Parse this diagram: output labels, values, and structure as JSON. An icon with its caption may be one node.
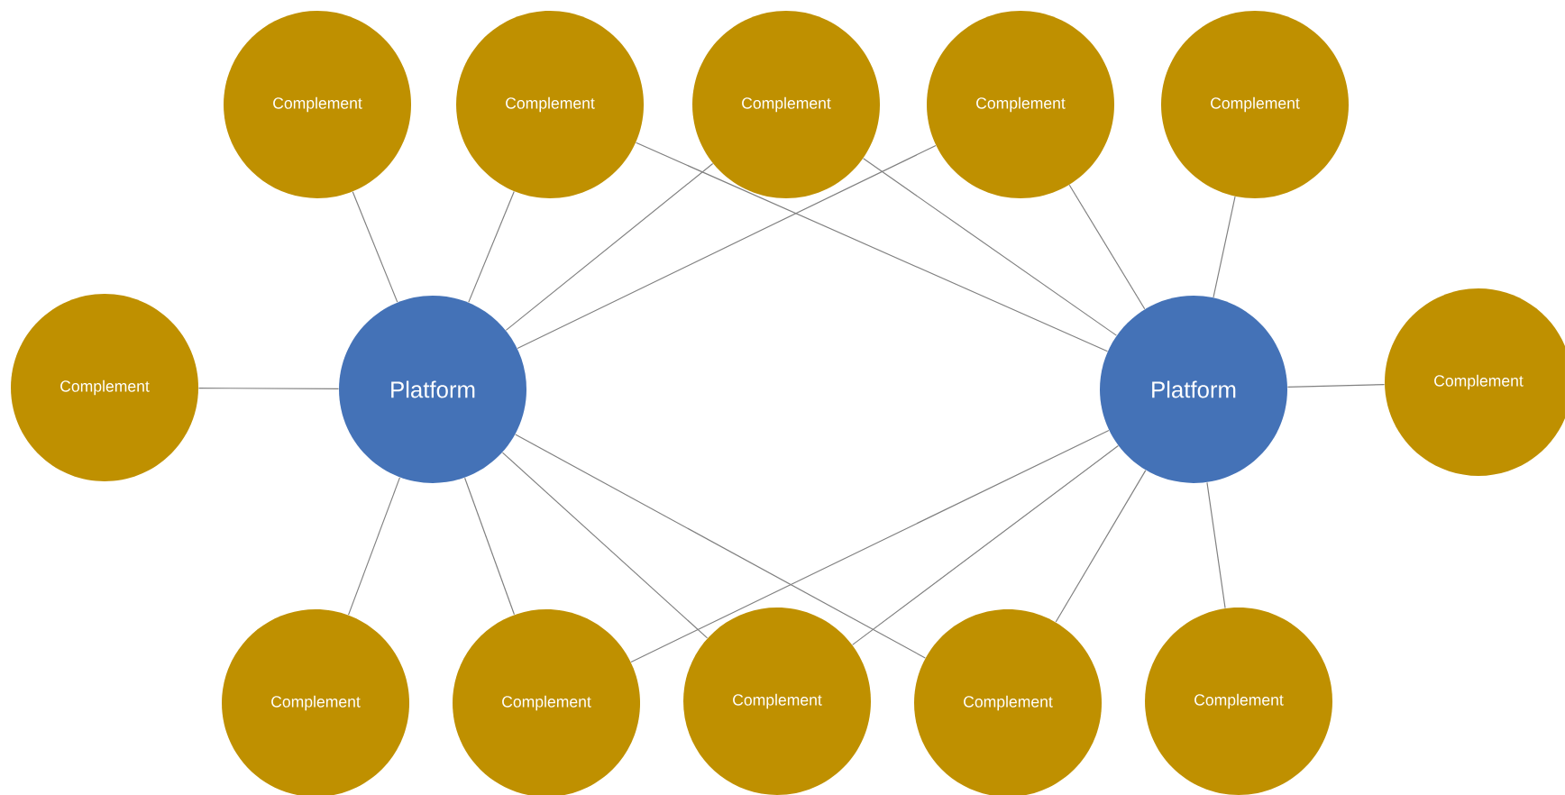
{
  "diagram": {
    "nodes": [
      {
        "text": [
          "Complement"
        ]
      },
      {
        "text": [
          "Complement"
        ]
      },
      {
        "text": [
          "Complement"
        ]
      },
      {
        "text": [
          "Complement"
        ]
      },
      {
        "text": [
          "Complement"
        ]
      },
      {
        "text": [
          "Complement"
        ]
      },
      {
        "text": [
          "Platform"
        ]
      },
      {
        "text": [
          "Platform"
        ]
      },
      {
        "text": [
          "Complement"
        ]
      },
      {
        "text": [
          "Complement"
        ]
      },
      {
        "text": [
          "Complement"
        ]
      },
      {
        "text": [
          "Complement"
        ]
      },
      {
        "text": [
          "Complement"
        ]
      },
      {
        "text": [
          "Complement"
        ]
      }
    ],
    "edges": [
      {
        "from": 0,
        "to": 6,
        "arrow": "none"
      },
      {
        "from": 1,
        "to": 6,
        "arrow": "none"
      },
      {
        "from": 1,
        "to": 7,
        "arrow": "none"
      },
      {
        "from": 2,
        "to": 6,
        "arrow": "none"
      },
      {
        "from": 2,
        "to": 7,
        "arrow": "none"
      },
      {
        "from": 3,
        "to": 6,
        "arrow": "none"
      },
      {
        "from": 3,
        "to": 7,
        "arrow": "none"
      },
      {
        "from": 4,
        "to": 7,
        "arrow": "none"
      },
      {
        "from": 5,
        "to": 6,
        "arrow": "none"
      },
      {
        "from": 8,
        "to": 7,
        "arrow": "none"
      },
      {
        "from": 9,
        "to": 6,
        "arrow": "none"
      },
      {
        "from": 10,
        "to": 6,
        "arrow": "none"
      },
      {
        "from": 10,
        "to": 7,
        "arrow": "none"
      },
      {
        "from": 11,
        "to": 6,
        "arrow": "none"
      },
      {
        "from": 11,
        "to": 7,
        "arrow": "none"
      },
      {
        "from": 12,
        "to": 6,
        "arrow": "none"
      },
      {
        "from": 12,
        "to": 7,
        "arrow": "none"
      },
      {
        "from": 13,
        "to": 7,
        "arrow": "none"
      }
    ]
  }
}
